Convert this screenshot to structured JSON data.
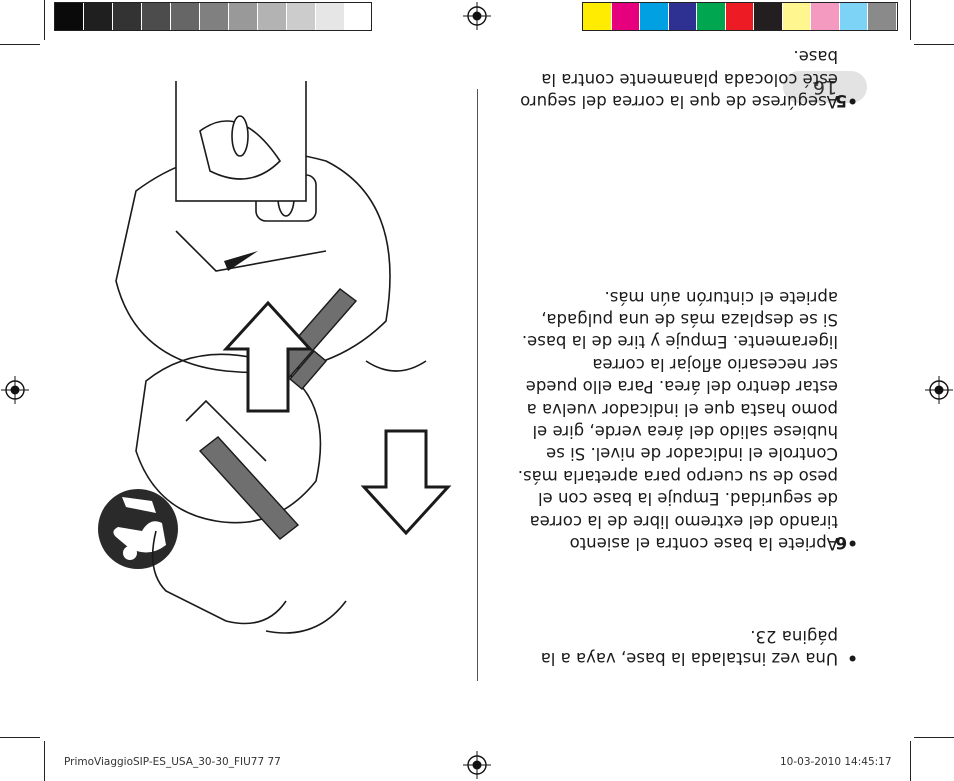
{
  "colors": {
    "grays": [
      "#0a0a0a",
      "#1f1f1f",
      "#333333",
      "#4c4c4c",
      "#666666",
      "#808080",
      "#999999",
      "#b3b3b3",
      "#cccccc",
      "#e6e6e6",
      "#ffffff"
    ],
    "process": [
      "#ffec00",
      "#e6007e",
      "#00a0e3",
      "#2e3192",
      "#00a650",
      "#ed1c24",
      "#231f20",
      "#fff68f",
      "#f49ac1",
      "#7dd3f5",
      "#8a8a8a"
    ],
    "page_badge": "#e3e3e3"
  },
  "page_number": "16",
  "instructions": {
    "step5": {
      "number": "5",
      "text": "Asegúrese de que la correa del seguro esté colocada planamente contra la base."
    },
    "step6": {
      "number": "6",
      "text": "Apriete la base contra el asiento tirando del extremo libre de la correa de seguridad. Empuje la base con el peso de su cuerpo para apretarla más. Controle el indicador de nivel. Si se hubiese salido del área verde, gire el pomo hasta que el indicador vuelva a estar dentro del área. Para ello puede ser necesario aflojar la correa ligeramente. Empuje y tire de la base. Si se desplaza más de una pulgada, apriete el cinturón aún más."
    },
    "bullet_note": {
      "text": "Una vez instalada la base, vaya a la página 23."
    }
  },
  "footer": {
    "file": "PrimoViaggioSIP-ES_USA_30-30_FIU77   77",
    "datetime": "10-03-2010   14:45:17"
  },
  "icons": [
    "registration-mark-icon",
    "install-position-icon"
  ]
}
